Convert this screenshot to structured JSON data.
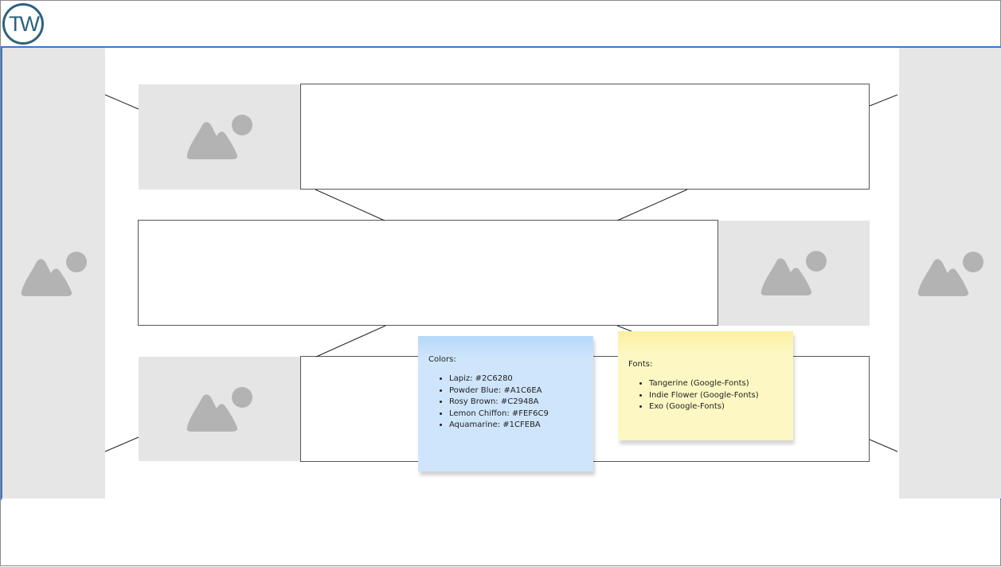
{
  "brand": {
    "logo_text": "TW",
    "logo_color": "#2C6280"
  },
  "notes": {
    "colors": {
      "title": "Colors:",
      "items": [
        "Lapiz: #2C6280",
        "Powder Blue: #A1C6EA",
        "Rosy Brown: #C2948A",
        "Lemon Chiffon: #FEF6C9",
        "Aquamarine: #1CFEBA"
      ],
      "background": "#cfe5fb"
    },
    "fonts": {
      "title": "Fonts:",
      "items": [
        "Tangerine (Google-Fonts)",
        "Indie Flower (Google-Fonts)",
        "Exo (Google-Fonts)"
      ],
      "background": "#fdf8c3"
    }
  },
  "palette": {
    "main_border": "#3a78c8",
    "placeholder_bg": "#e5e5e5",
    "placeholder_icon": "#b3b3b3"
  },
  "placeholders": {
    "icon": "image-placeholder-icon"
  }
}
